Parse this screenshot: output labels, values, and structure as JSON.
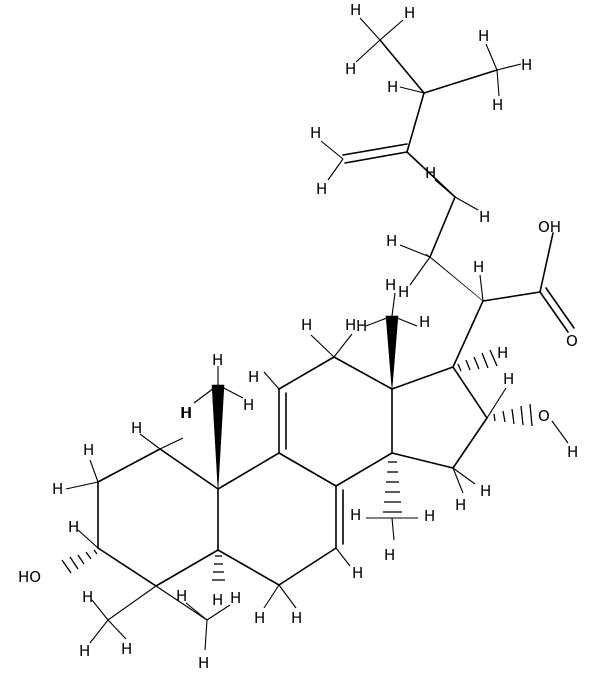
{
  "labels": {
    "h": "H",
    "oh_left": "HO",
    "oh_top": "OH",
    "o_carbonyl": "O",
    "oh_right_o": "O",
    "oh_right_h": "H"
  },
  "colors": {
    "ink": "#000000",
    "background": "#ffffff"
  }
}
